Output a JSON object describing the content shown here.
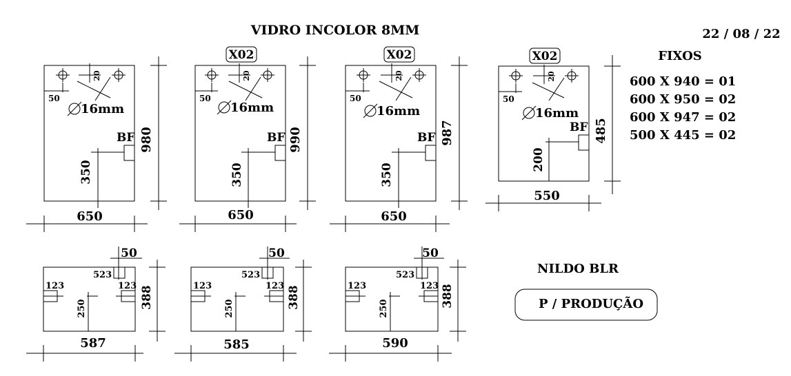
{
  "header": {
    "title": "VIDRO INCOLOR 8MM",
    "date": "22 / 08 / 22"
  },
  "fixos": {
    "heading": "FIXOS",
    "items": [
      "600 X 940 = 01",
      "600 X 950 = 02",
      "600 X 947 = 02",
      "500 X 445 = 02"
    ]
  },
  "panels": [
    {
      "qty": "",
      "dim_20": "20",
      "dim_50": "50",
      "hole": "16mm",
      "bf": "BF",
      "height": "980",
      "bf_height": "350",
      "width": "650"
    },
    {
      "qty": "X02",
      "dim_20": "20",
      "dim_50": "50",
      "hole": "16mm",
      "bf": "BF",
      "height": "990",
      "bf_height": "350",
      "width": "650"
    },
    {
      "qty": "X02",
      "dim_20": "20",
      "dim_50": "50",
      "hole": "16mm",
      "bf": "BF",
      "height": "987",
      "bf_height": "350",
      "width": "650"
    },
    {
      "qty": "X02",
      "dim_20": "20",
      "dim_50": "50",
      "hole": "16mm",
      "bf": "BF",
      "height": "485",
      "bf_height": "200",
      "width": "550"
    }
  ],
  "lower_panels": [
    {
      "top_dim": "50",
      "cut_top": "523",
      "cut_left": "123",
      "cut_right": "123",
      "mid": "250",
      "height": "388",
      "width": "587"
    },
    {
      "top_dim": "50",
      "cut_top": "523",
      "cut_left": "123",
      "cut_right": "123",
      "mid": "250",
      "height": "388",
      "width": "585"
    },
    {
      "top_dim": "50",
      "cut_top": "523",
      "cut_left": "123",
      "cut_right": "123",
      "mid": "250",
      "height": "388",
      "width": "590"
    }
  ],
  "footer": {
    "name": "NILDO BLR",
    "stamp": "P / PRODUÇÃO"
  }
}
